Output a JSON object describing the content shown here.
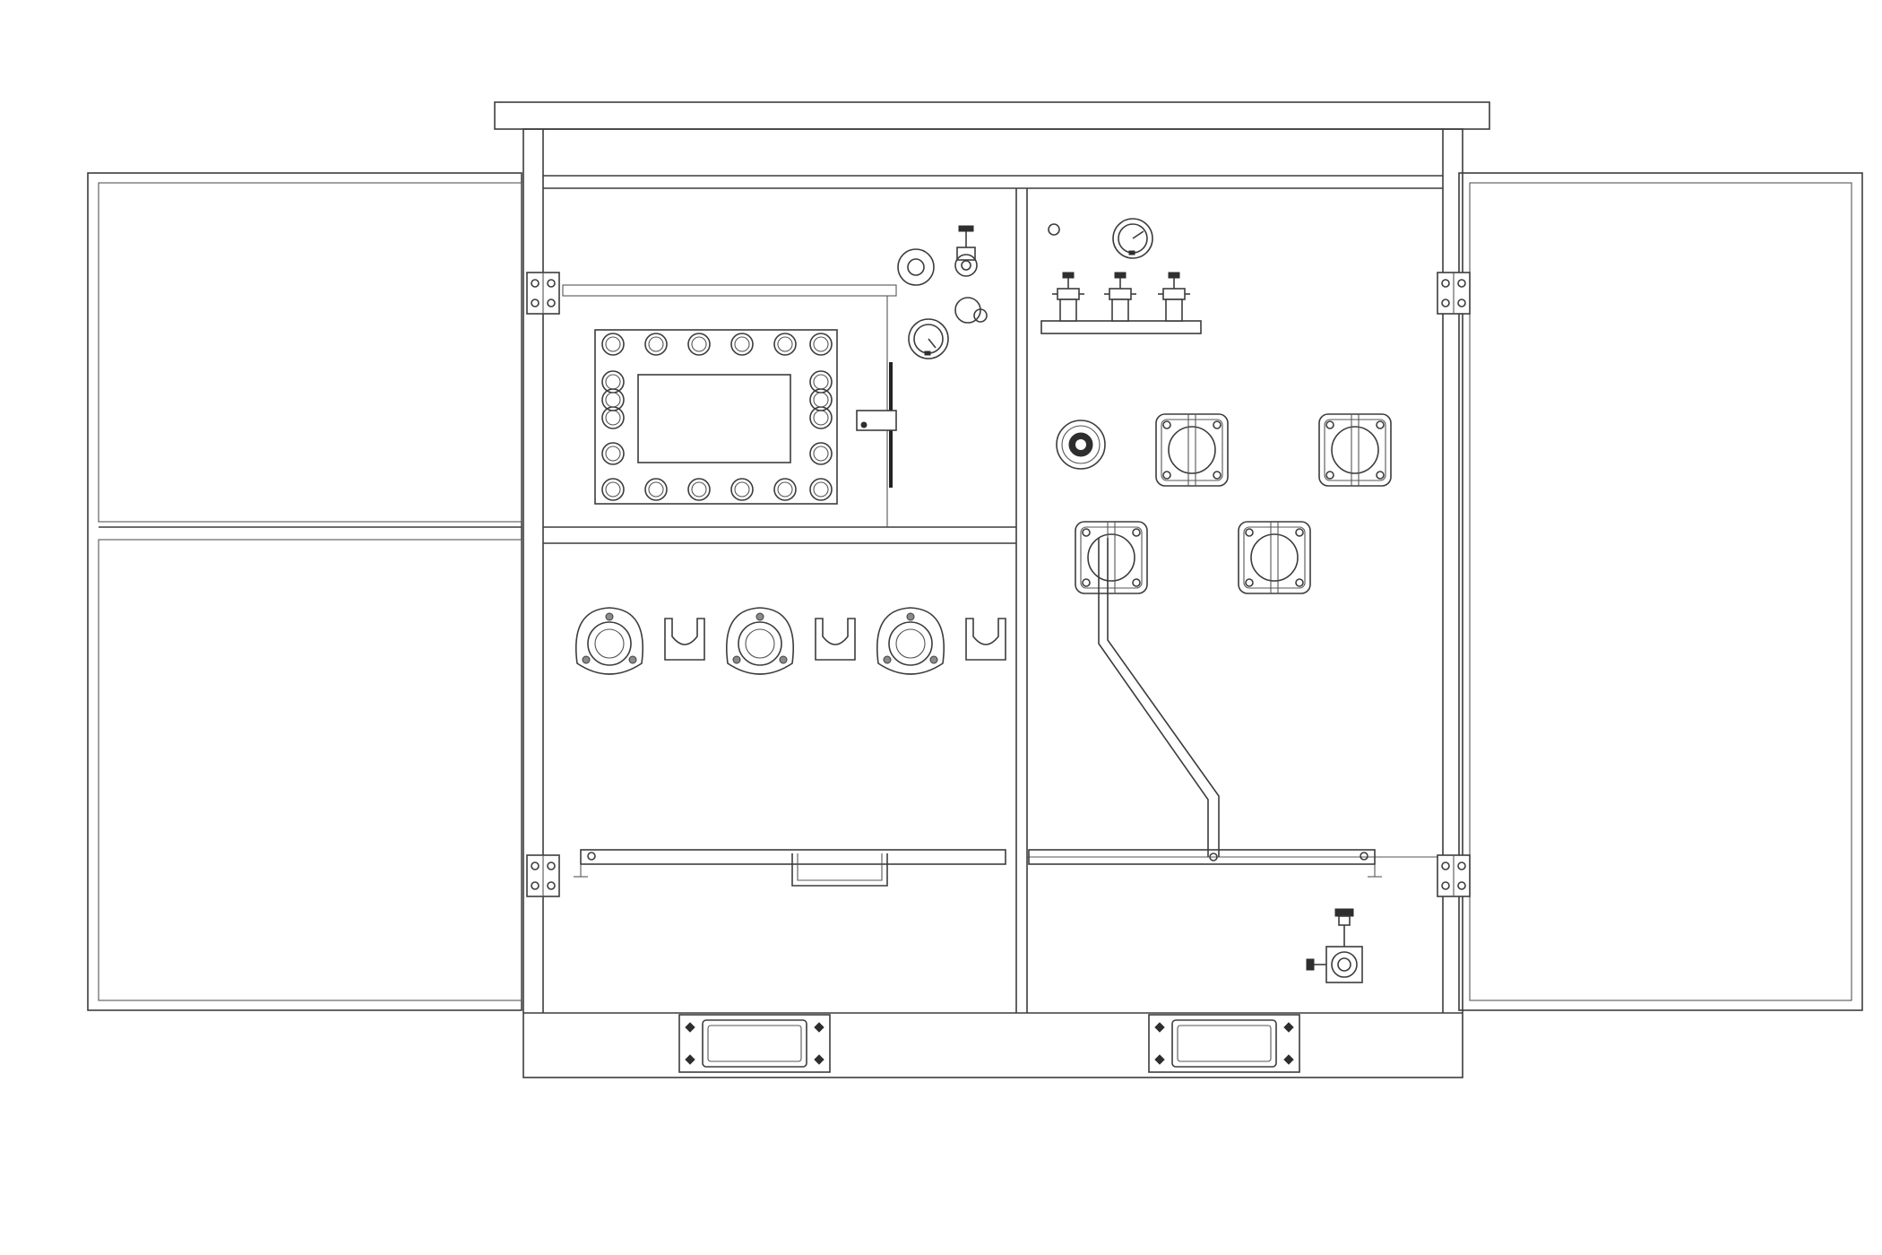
{
  "drawing": {
    "style": "line-art",
    "line_color": "#3c3c3c",
    "background": "#ffffff",
    "subject": "cabinet-front-view-doors-open"
  },
  "components": {
    "panel_terminal_groups": 1,
    "panel_bolts": 20,
    "roof_valves": 3,
    "pressure_gauges": 2,
    "bushing_flanges": 4,
    "triangular_bushings": 3,
    "u_brackets": 3,
    "hinges": 4,
    "lifting_pockets": 2,
    "drain_valves": 1
  }
}
